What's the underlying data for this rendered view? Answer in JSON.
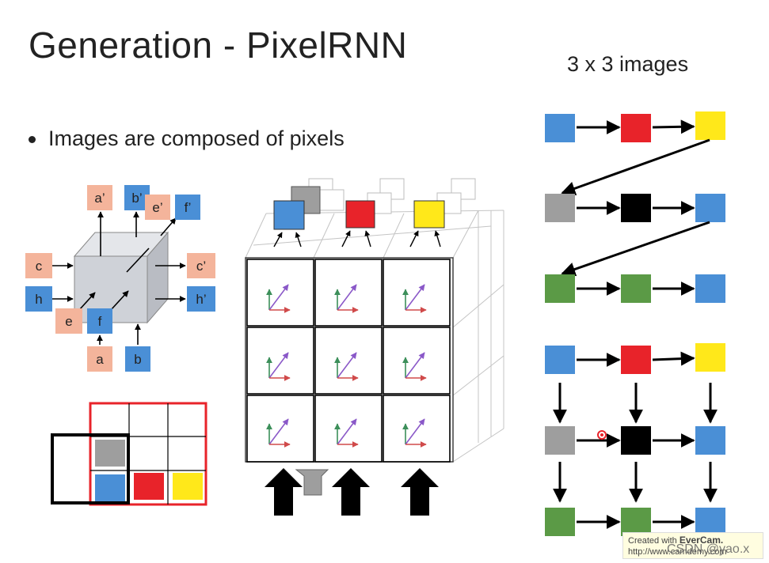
{
  "slide": {
    "title": "Generation - PixelRNN",
    "subtitle": "3 x 3 images",
    "bullet": "Images are composed of pixels"
  },
  "lstm_cell": {
    "output_labels": [
      "a’",
      "b’",
      "e’",
      "f’"
    ],
    "left_inputs": [
      "c",
      "h"
    ],
    "right_outputs": [
      "c’",
      "h’"
    ],
    "bottom_inputs": [
      "e",
      "f",
      "a",
      "b"
    ]
  },
  "watermark": {
    "line1_prefix": "Created with",
    "line1_brand": "EverCam.",
    "line2": "http://www.camdemy.com",
    "overlay": "CSDN @yao.x"
  },
  "colors": {
    "blue": "#4a8fd6",
    "red": "#e8232a",
    "yellow": "#ffe81a",
    "gray": "#9e9e9e",
    "black": "#000000",
    "green": "#5b9a46",
    "salmon": "#f4b49b",
    "cube_face": "#cfd2d8"
  },
  "grid_3x3_order": [
    [
      "blue",
      "red",
      "yellow"
    ],
    [
      "gray",
      "black",
      "blue"
    ],
    [
      "green",
      "green",
      "blue"
    ]
  ]
}
